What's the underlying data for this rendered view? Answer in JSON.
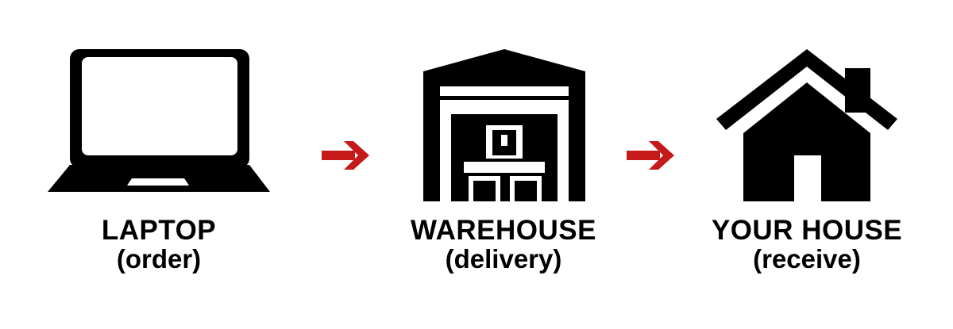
{
  "diagram": {
    "colors": {
      "icon": "#000000",
      "arrow": "#c41a1a",
      "background": "#ffffff"
    },
    "steps": [
      {
        "icon": "laptop-icon",
        "title": "LAPTOP",
        "subtitle": "(order)"
      },
      {
        "icon": "warehouse-icon",
        "title": "WAREHOUSE",
        "subtitle": "(delivery)"
      },
      {
        "icon": "house-icon",
        "title": "YOUR HOUSE",
        "subtitle": "(receive)"
      }
    ],
    "connectors": [
      {
        "icon": "arrow-right-icon"
      },
      {
        "icon": "arrow-right-icon"
      }
    ]
  }
}
